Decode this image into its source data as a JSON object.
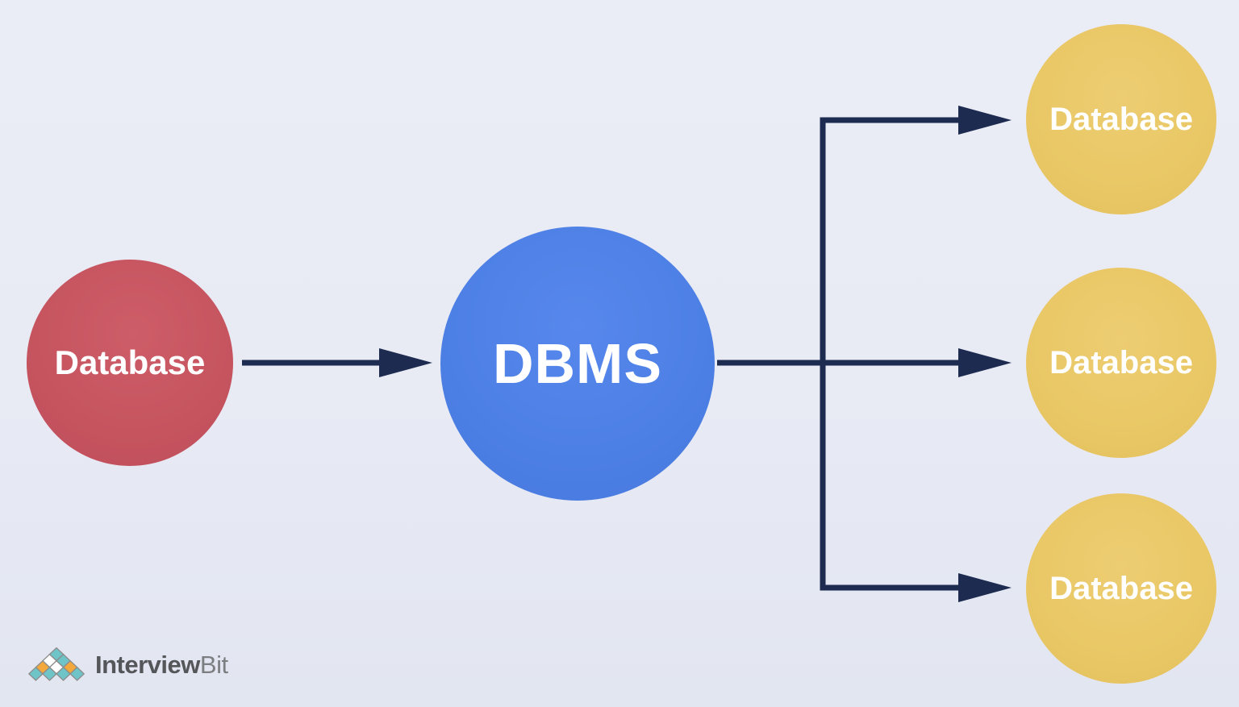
{
  "diagram": {
    "nodes": {
      "source": {
        "label": "Database"
      },
      "dbms": {
        "label": "DBMS"
      },
      "targets": [
        {
          "label": "Database"
        },
        {
          "label": "Database"
        },
        {
          "label": "Database"
        }
      ]
    },
    "icons": [
      "arrow-right-source-to-dbms",
      "arrow-right-dbms-to-target-top",
      "arrow-right-dbms-to-target-middle",
      "arrow-right-dbms-to-target-bottom"
    ]
  },
  "branding": {
    "logo_primary": "Interview",
    "logo_secondary": "Bit"
  },
  "colors": {
    "background": "#e8eaf4",
    "source_circle": "#c5545f",
    "center_circle": "#4c7fe4",
    "target_circle": "#e9c765",
    "arrow": "#1d2b50",
    "circle_text": "#ffffff",
    "logo_text_primary": "#55565a",
    "logo_text_secondary": "#7d7e82",
    "logo_teal": "#6fc4c8",
    "logo_orange": "#f3a83d",
    "logo_white": "#ffffff"
  }
}
